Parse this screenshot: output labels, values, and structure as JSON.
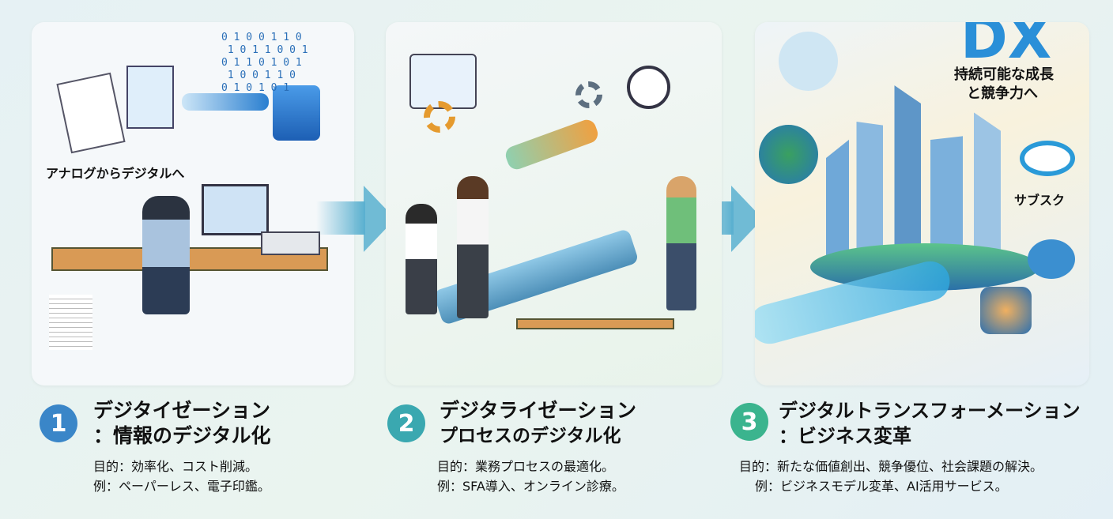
{
  "panel1": {
    "label": "アナログからデジタルへ",
    "binary": "0 1 0 0 1 1 0\n 1 0 1 1 0 0 1\n0 1 1 0 1 0 1\n 1 0 0 1 1 0\n0 1 0 1 0 1",
    "number": "1",
    "title_line1": "デジタイゼーション",
    "title_line2": "：情報のデジタル化",
    "purpose": "目的：効率化、コスト削減。",
    "example": "例：ペーパーレス、電子印鑑。"
  },
  "panel2": {
    "number": "2",
    "title_line1": "デジタライゼーション",
    "title_line2": "プロセスのデジタル化",
    "purpose": "目的：業務プロセスの最適化。",
    "example": "例：SFA導入、オンライン診療。"
  },
  "panel3": {
    "logo": "DX",
    "tagline_line1": "持続可能な成長",
    "tagline_line2": "と競争力へ",
    "subscription_label": "サブスク",
    "number": "3",
    "title_line1": "デジタルトランスフォーメーション",
    "title_line2": "：ビジネス変革",
    "purpose": "目的：新たな価値創出、競争優位、社会課題の解決。",
    "example": "例：ビジネスモデル変革、AI活用サービス。"
  },
  "colors": {
    "step1": "#3a86c8",
    "step2": "#3aa8b0",
    "step3": "#3bb48e",
    "arrow": "#5ab0d0"
  }
}
